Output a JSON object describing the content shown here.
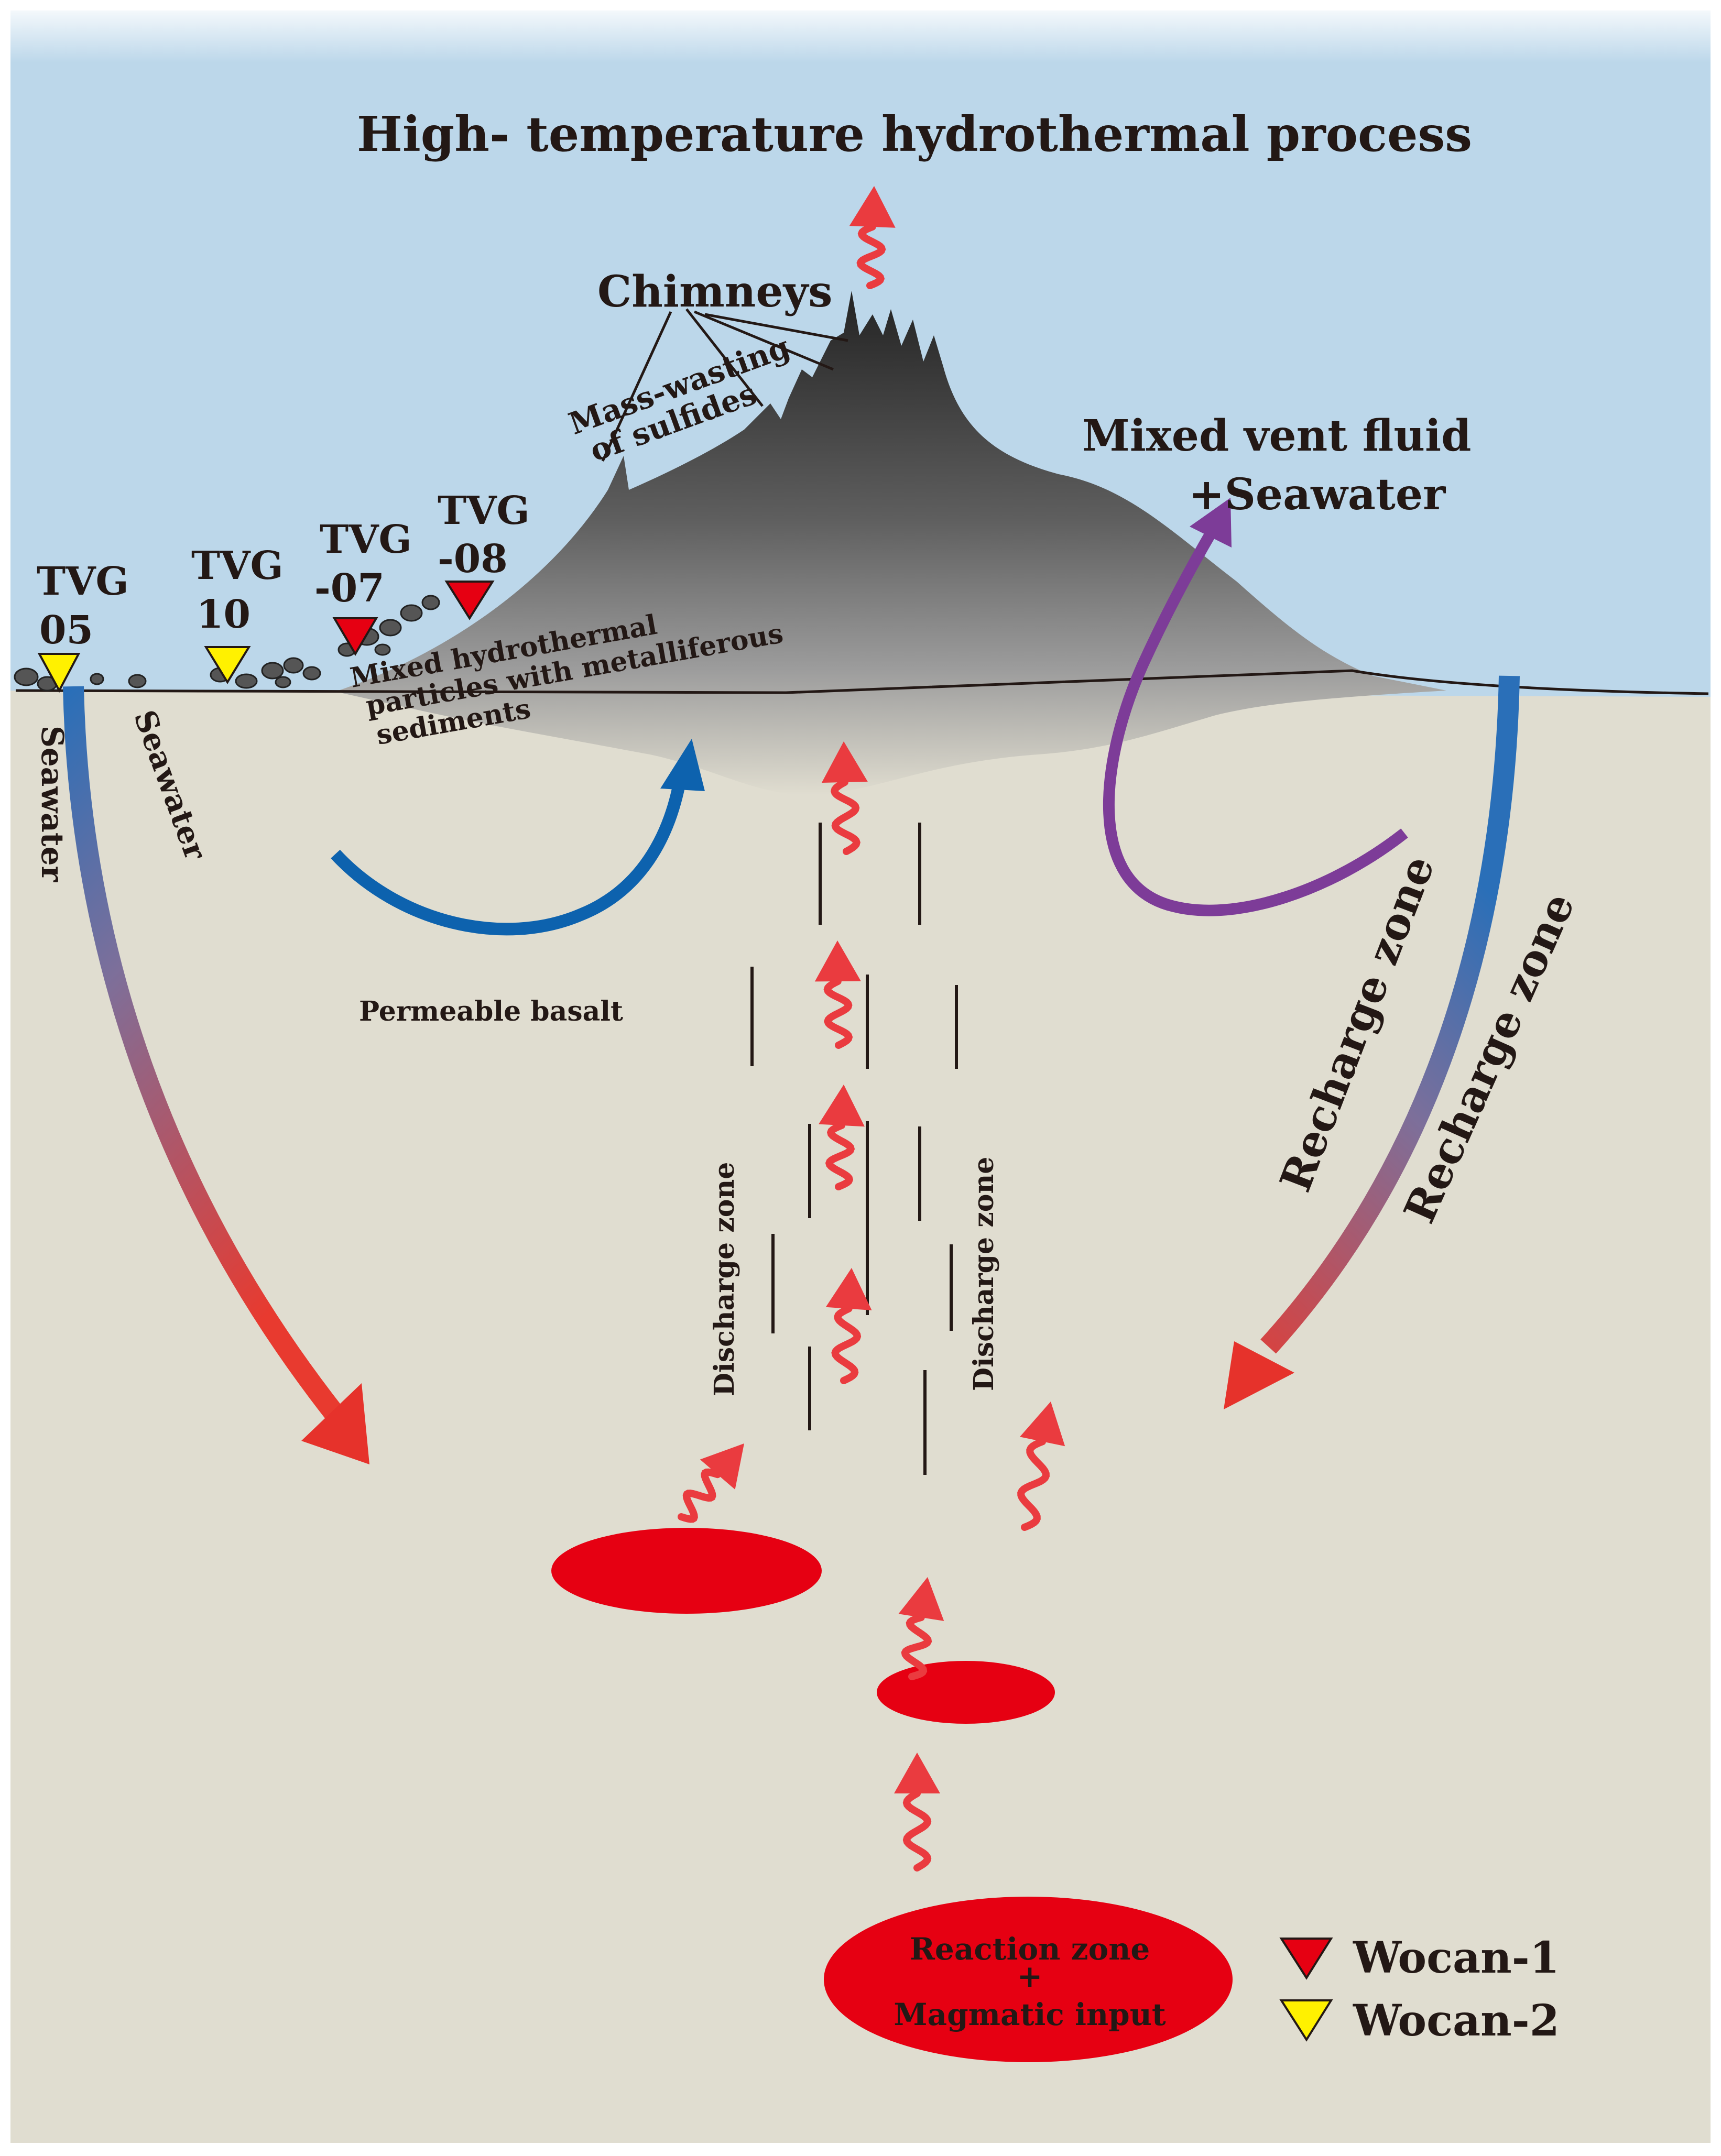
{
  "title": "High- temperature hydrothermal process",
  "labels": {
    "chimneys": "Chimneys",
    "mass_wasting_1": "Mass-wasting",
    "mass_wasting_2": "of sulfides",
    "mixed_vent_1": "Mixed vent fluid",
    "mixed_vent_2": "+Seawater",
    "particles_1": "Mixed hydrothermal",
    "particles_2": "particles with metalliferous",
    "particles_3": "sediments",
    "seawater": "Seawater",
    "permeable_basalt": "Permeable basalt",
    "discharge_zone": "Discharge zone",
    "recharge_zone": "Recharge zone",
    "reaction_zone": "Reaction zone",
    "plus": "+",
    "magmatic_input": "Magmatic input"
  },
  "sites": [
    {
      "line1": "TVG",
      "line2": "05",
      "type": "Wocan-2"
    },
    {
      "line1": "TVG",
      "line2": "10",
      "type": "Wocan-2"
    },
    {
      "line1": "TVG",
      "line2": "-07",
      "type": "Wocan-1"
    },
    {
      "line1": "TVG",
      "line2": "-08",
      "type": "Wocan-1"
    }
  ],
  "legend": [
    {
      "label": "Wocan-1",
      "color": "#e60012"
    },
    {
      "label": "Wocan-2",
      "color": "#fff100"
    }
  ],
  "colors": {
    "sea": "#bcd7ea",
    "seafloor": "#e0ddd0",
    "magma": "#e60012",
    "fluid_arrow": "#ea3b3f",
    "basalt_arrow": "#0d62ae",
    "vent_arrow": "#7d3c98"
  }
}
